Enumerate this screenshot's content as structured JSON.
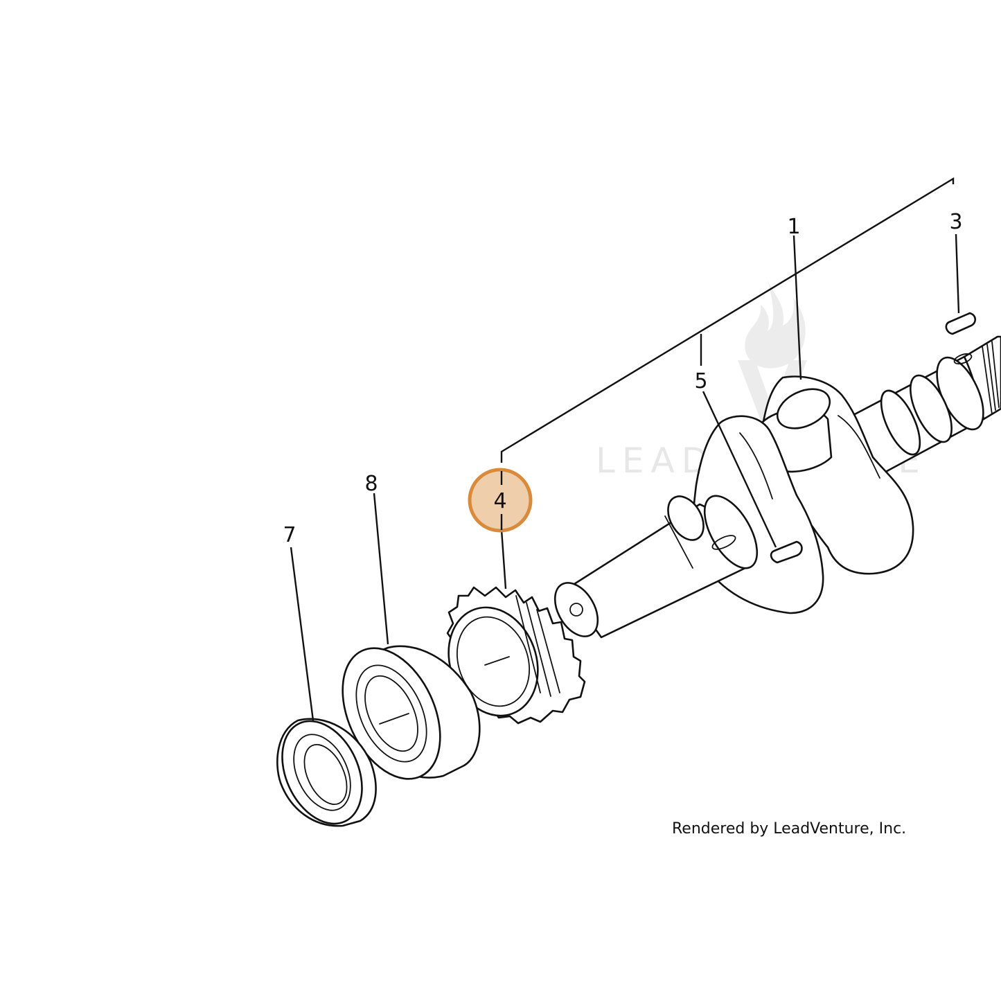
{
  "callouts": {
    "c1": "1",
    "c3": "3",
    "c4": "4",
    "c5": "5",
    "c7": "7",
    "c8": "8"
  },
  "highlight": {
    "callout": "4",
    "color": "#d98a3a"
  },
  "watermark": {
    "text": "LEADVENTURE"
  },
  "credit": "Rendered by LeadVenture, Inc."
}
